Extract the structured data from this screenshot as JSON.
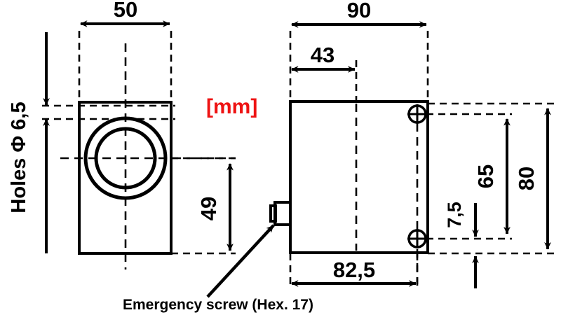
{
  "drawing": {
    "title": "Dimensioned mechanical part drawing",
    "unit_label": "[mm]",
    "unit_color": "#ee1313",
    "line_color": "#000000",
    "background_color": "#ffffff"
  },
  "dimensions": {
    "width_front": "50",
    "height_holes": "6,5",
    "holes_label_prefix": "Holes",
    "holes_diameter_symbol": "Φ",
    "holes_label_full": "Holes Φ 6,5",
    "center_height": "49",
    "overall_length": "90",
    "flange_offset": "43",
    "hole_spacing": "65",
    "overall_height": "80",
    "bottom_offset": "7,5",
    "body_length": "82,5"
  },
  "annotations": {
    "emergency_screw": "Emergency screw (Hex. 17)"
  },
  "views": {
    "left_view_name": "front-view-circular-bore",
    "right_view_name": "side-view-body"
  }
}
